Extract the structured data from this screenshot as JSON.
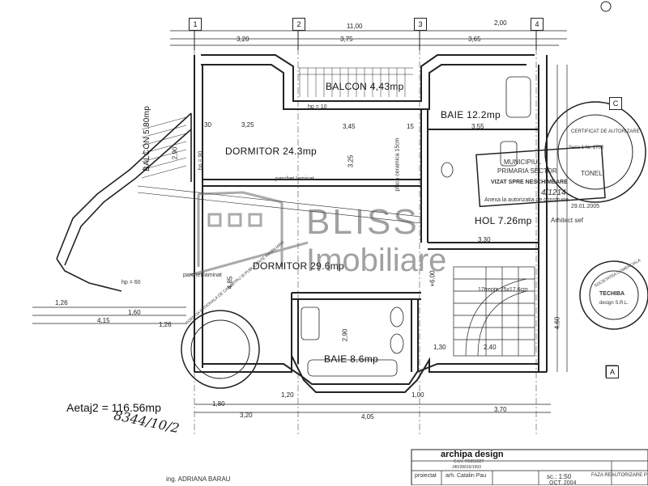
{
  "rooms": {
    "balcon_top": "BALCON 4,43mp",
    "baie_top": "BAIE 12.2mp",
    "dormitor_1": "DORMITOR 24.3mp",
    "balcon_left": "BALCON 5.80mp",
    "hol": "HOL 7.26mp",
    "dormitor_2": "DORMITOR 29.6mp",
    "baie_bottom": "BAIE 8.6mp"
  },
  "grid_ids": [
    "1",
    "2",
    "3",
    "4",
    "A",
    "C"
  ],
  "dimensions": {
    "top_total": "11,00",
    "top_1": "3,20",
    "top_2": "3,75",
    "top_3": "3,65",
    "top_r": "2,00",
    "mid_1": "3,25",
    "mid_2": "3,45",
    "mid_3": "3,55",
    "hol_w": "3,30",
    "bot_1": "1,80",
    "bot_2": "1,20",
    "bot_3": "3,20",
    "bot_4": "4,05",
    "bot_5": "3,70",
    "bot_6": "1,00",
    "left_1": "1,26",
    "left_2": "1,60",
    "left_3": "4,15",
    "left_4": "1,26",
    "v_1": "4,85",
    "v_2": "4,60",
    "v_3": "2,90",
    "v_4": "2,90",
    "v_5": "3,25",
    "stair": "2,40",
    "stair2": "1,30",
    "mid_small": "15",
    "thirty": "30"
  },
  "notes": {
    "parchet_1": "parchet laminat",
    "parchet_2": "parchet laminat",
    "hp_10": "hp = 10",
    "hp_90": "hp = 90",
    "hp_60": "hp = 60",
    "placa": "placa ceramica 15cm",
    "trepte": "17trepte 25x17.6cm",
    "anexa": "Anexa la autorizatia de construire",
    "arhitect": "Arhitect sef",
    "vizat": "VIZAT SPRE NESCHIMBARE",
    "municipiul": "MUNICIPIUL",
    "primaria": "PRIMARIA SECTOR",
    "number": "4/1214",
    "date": "29.01.2005",
    "cert": "CERTIFICAT DE AUTORIZARE",
    "seria": "Seria 1 Nr. 2702",
    "tonel": "TONEL",
    "societatea": "SOCIETATEA COMERCIALA",
    "techiba": "TECHIBA",
    "design": "design S.R.L.",
    "agentia": "AGENTIA NATIONALA DE CADASTRU SI PUBLICITATE IMOBILIARA",
    "plus_level": "+6.00"
  },
  "area_label": "Aetaj2 = 116.56mp",
  "signature": "8344/10/2",
  "signature_name": "ing. ADRIANA BARAU",
  "watermark": {
    "line1": "BLISS",
    "line2": "Imobiliare"
  },
  "title_block": {
    "company": "archipa design",
    "cui": "C.U.I. R5051927",
    "reg": "J40/28016/1993",
    "role": "proiectat",
    "name": "arh. Catalin Pau",
    "scale": "sc.: 1:50",
    "date": "OCT. 2004",
    "phase": "FAZA REAUTORIZARE P"
  }
}
